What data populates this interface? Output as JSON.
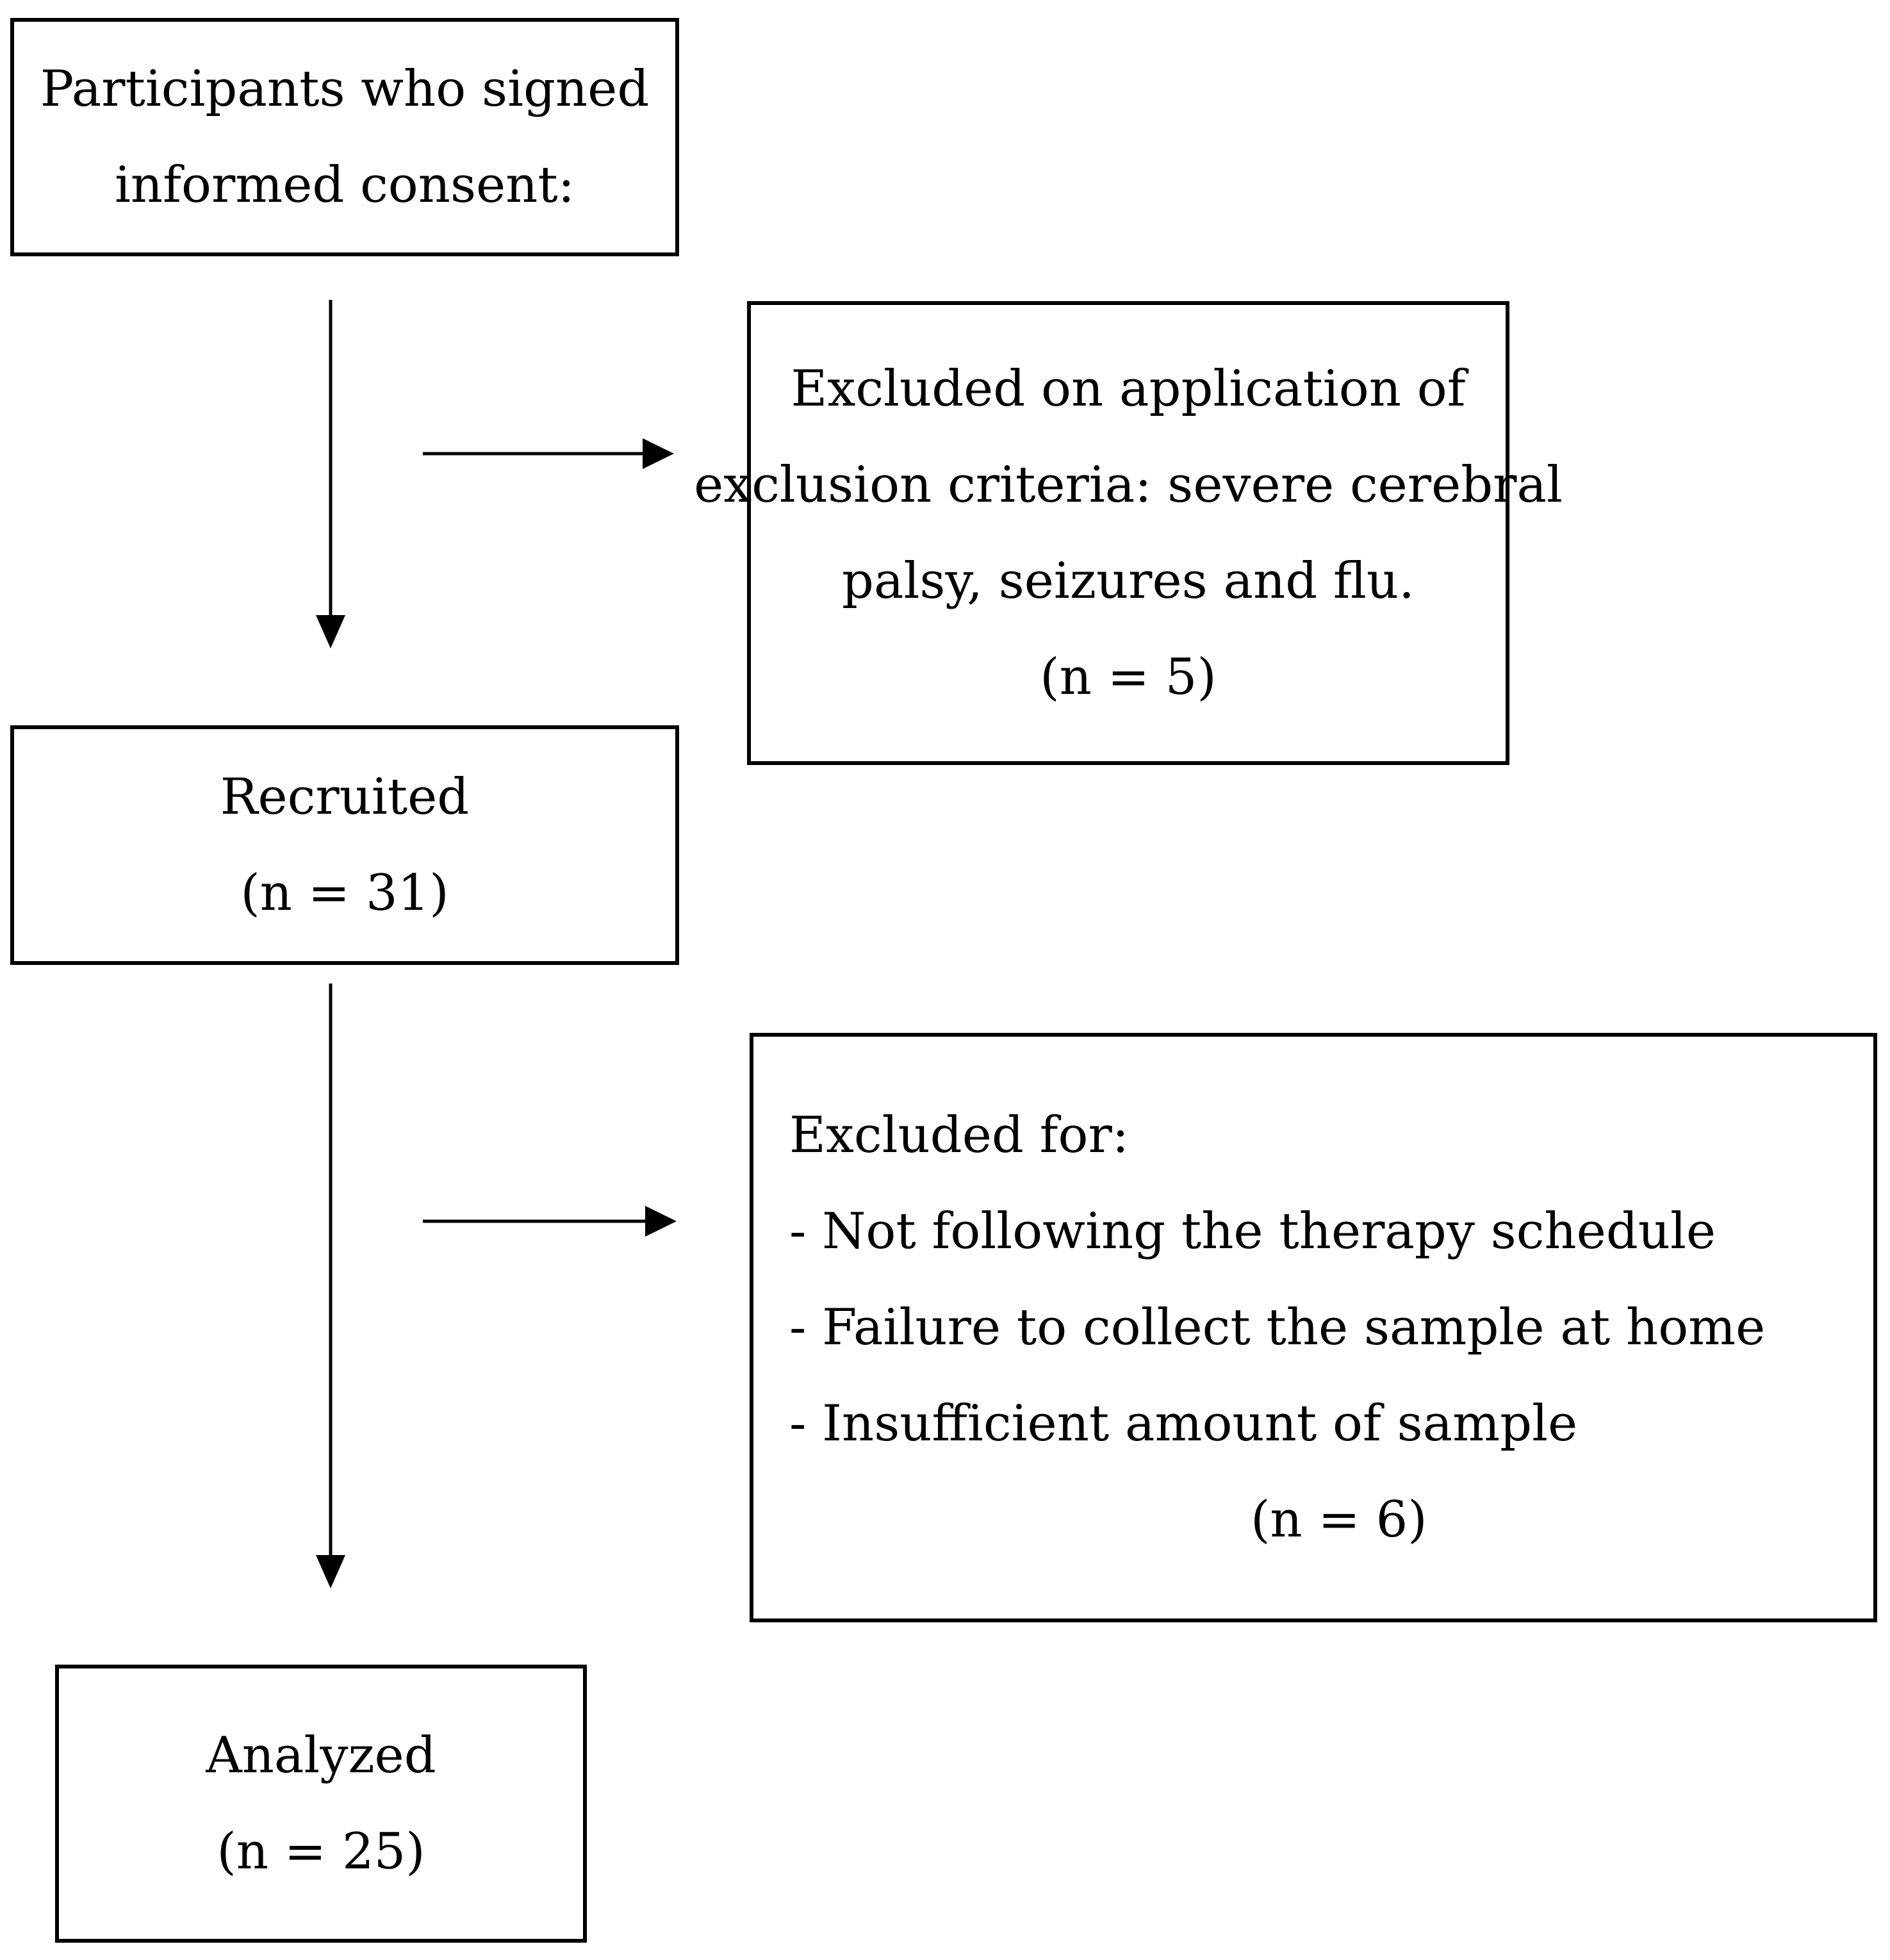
{
  "consent_box": {
    "line1": "Participants who signed",
    "line2": "informed consent:"
  },
  "exclusion1_box": {
    "line1": "Excluded on application of",
    "line2": "exclusion criteria: severe cerebral",
    "line3": "palsy, seizures and flu.",
    "count": "(n = 5)"
  },
  "recruited_box": {
    "label": "Recruited",
    "count": "(n = 31)"
  },
  "exclusion2_box": {
    "heading": "Excluded for:",
    "reasons": [
      "- Not following the therapy schedule",
      "- Failure to collect the sample at home",
      "- Insufficient amount of sample"
    ],
    "count": "(n = 6)"
  },
  "analyzed_box": {
    "label": "Analyzed",
    "count": "(n = 25)"
  }
}
